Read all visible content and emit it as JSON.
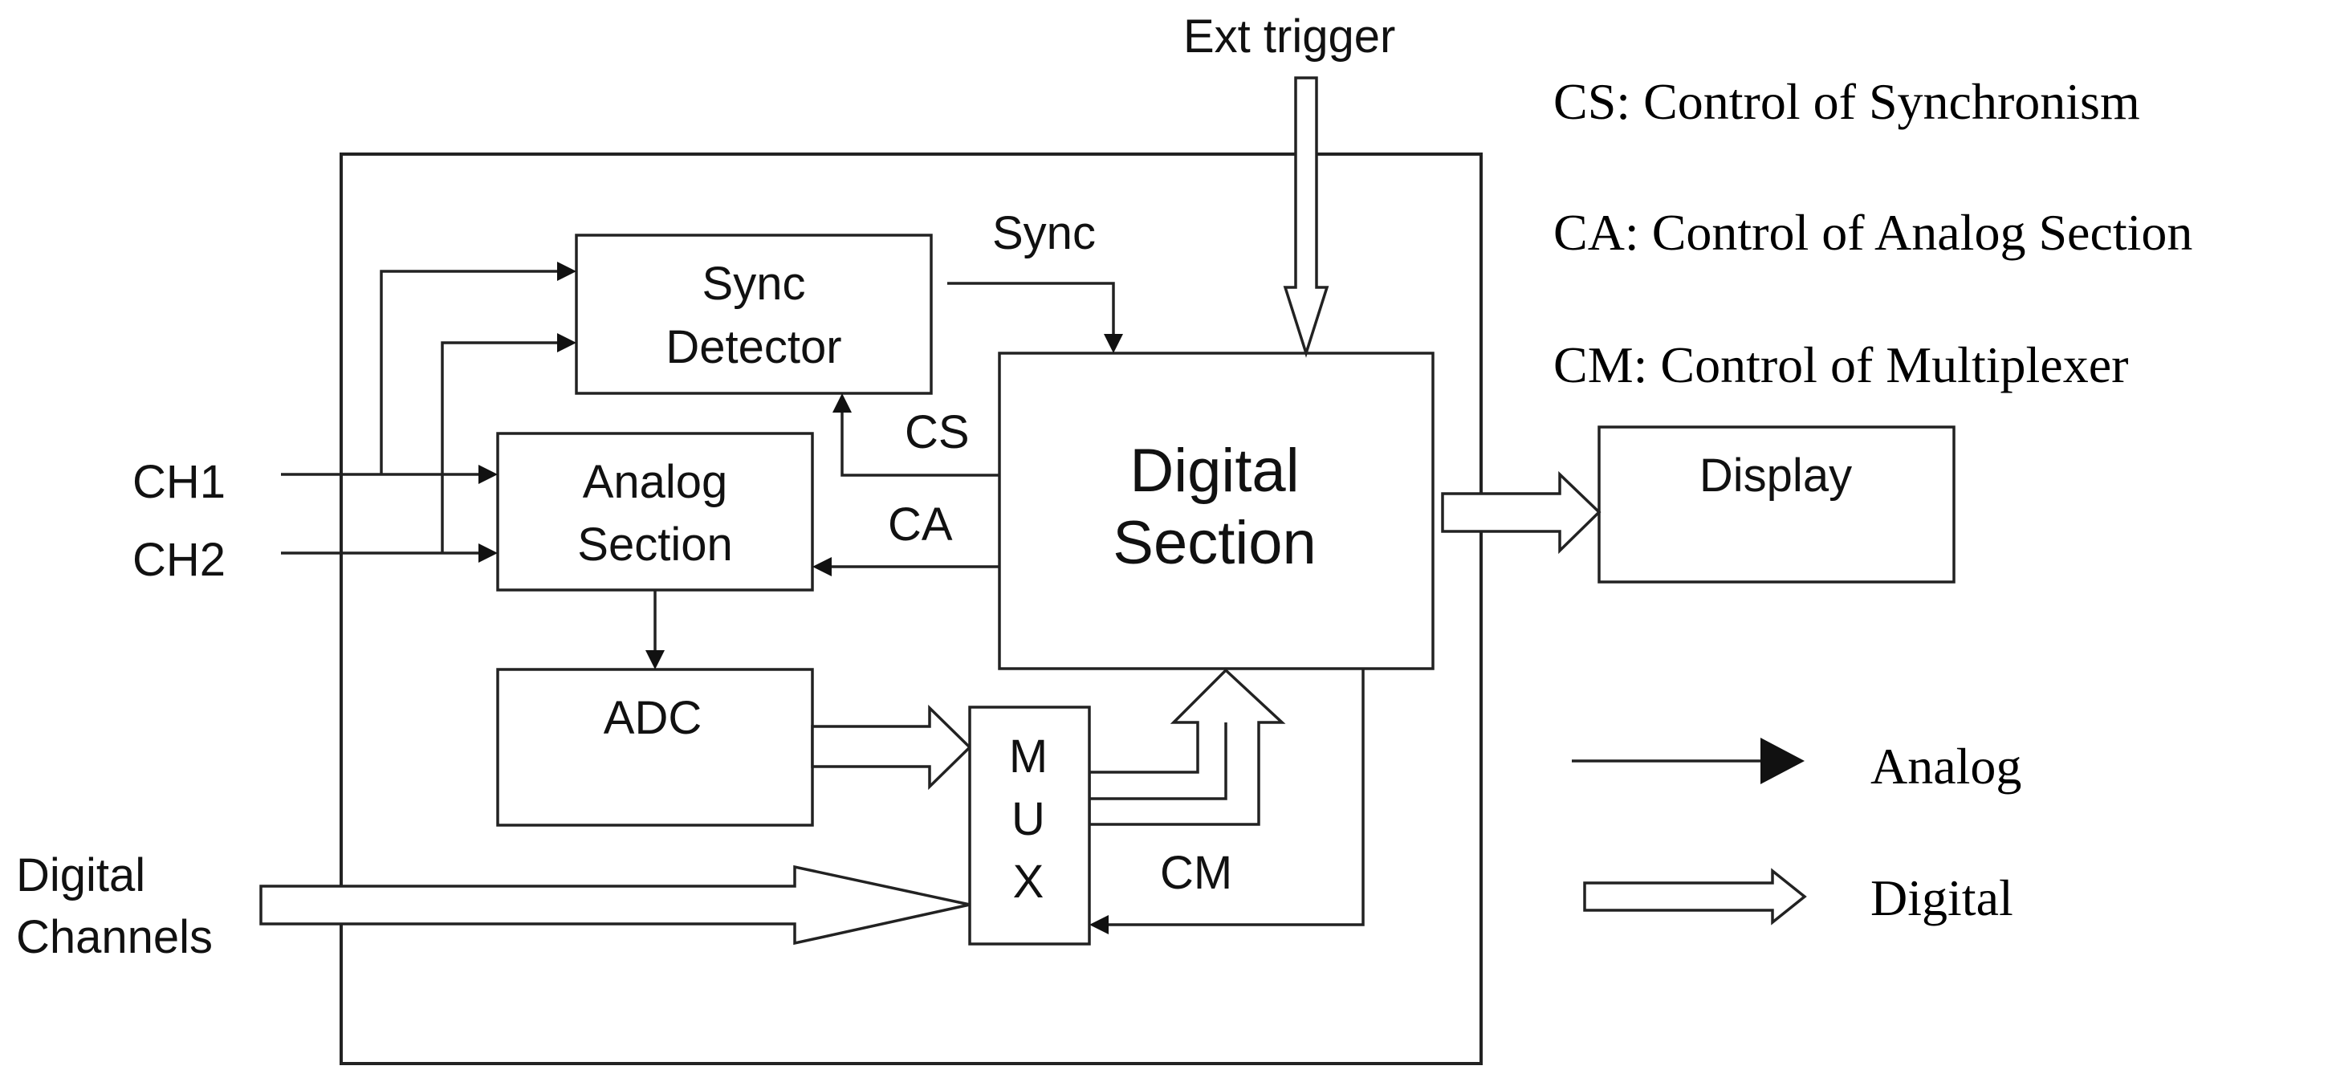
{
  "blocks": {
    "sync_detector": [
      "Sync",
      "Detector"
    ],
    "analog_section": [
      "Analog",
      "Section"
    ],
    "digital_section": [
      "Digital",
      "Section"
    ],
    "adc": "ADC",
    "mux": [
      "M",
      "U",
      "X"
    ],
    "display": "Display"
  },
  "signals": {
    "ext_trigger": "Ext trigger",
    "sync": "Sync",
    "cs": "CS",
    "ca": "CA",
    "cm": "CM",
    "ch1": "CH1",
    "ch2": "CH2",
    "digital_channels": [
      "Digital",
      "Channels"
    ]
  },
  "definitions": {
    "cs": "CS: Control of Synchronism",
    "ca": "CA: Control of Analog Section",
    "cm": "CM: Control of Multiplexer"
  },
  "legend": {
    "analog": "Analog",
    "digital": "Digital"
  }
}
